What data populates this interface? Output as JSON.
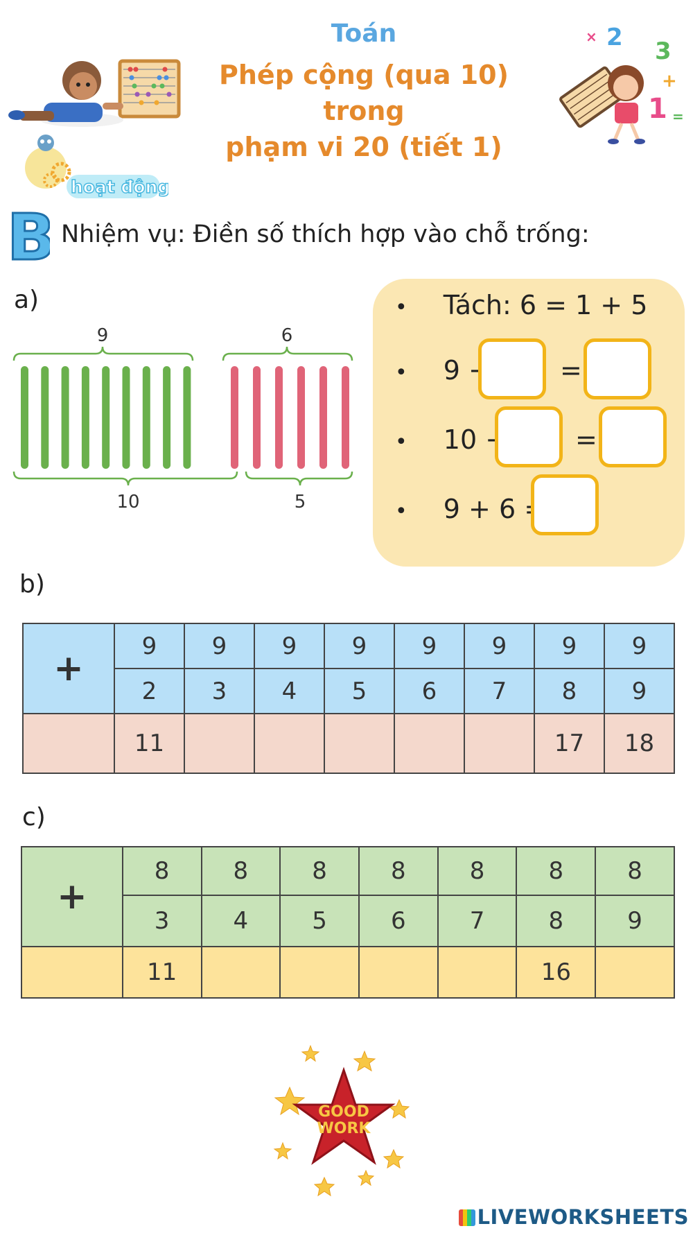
{
  "header": {
    "subject": "Toán",
    "title_line1": "Phép cộng (qua 10) trong",
    "title_line2": "phạm vi 20 (tiết 1)"
  },
  "activity_label": "hoạt động",
  "section_letter": "B",
  "task": "Nhiệm vụ: Điền số thích hợp vào chỗ trống:",
  "part_a": {
    "label": "a)",
    "top_label_left": "9",
    "top_label_right": "6",
    "bottom_label_left": "10",
    "bottom_label_right": "5",
    "green_sticks": 9,
    "red_sticks": 6,
    "stick_colors": {
      "green": "#6ab04c",
      "red": "#e06478"
    },
    "lines": {
      "split": "Tách: 6 = 1 + 5",
      "l2_left": "9 +",
      "l2_eq": "=",
      "l3_left": "10 +",
      "l3_eq": "=",
      "l4_left": "9 + 6 ="
    },
    "bullet": "•"
  },
  "part_b": {
    "label": "b)",
    "plus": "+",
    "row1": [
      "9",
      "9",
      "9",
      "9",
      "9",
      "9",
      "9",
      "9"
    ],
    "row2": [
      "2",
      "3",
      "4",
      "5",
      "6",
      "7",
      "8",
      "9"
    ],
    "result": [
      "11",
      "",
      "",
      "",
      "",
      "",
      "17",
      "18"
    ]
  },
  "part_c": {
    "label": "c)",
    "plus": "+",
    "row1": [
      "8",
      "8",
      "8",
      "8",
      "8",
      "8",
      "8"
    ],
    "row2": [
      "3",
      "4",
      "5",
      "6",
      "7",
      "8",
      "9"
    ],
    "result": [
      "11",
      "",
      "",
      "",
      "",
      "16",
      ""
    ]
  },
  "badge_text": [
    "GOOD",
    "WORK"
  ],
  "watermark": "LIVEWORKSHEETS",
  "colors": {
    "title": "#e58a2c",
    "subject": "#5aa7e0",
    "box_border": "#f2b418",
    "panel": "#fbe7b3"
  }
}
